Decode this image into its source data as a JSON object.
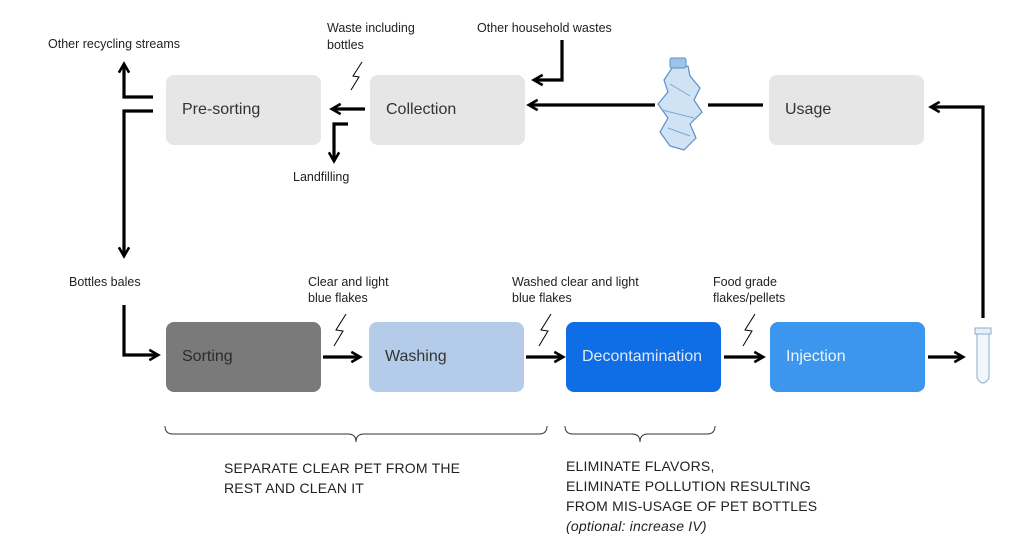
{
  "top_row": {
    "presorting": "Pre-sorting",
    "collection": "Collection",
    "usage": "Usage"
  },
  "bottom_row": {
    "sorting": "Sorting",
    "washing": "Washing",
    "decontamination": "Decontamination",
    "injection": "Injection"
  },
  "labels": {
    "other_recycling": "Other recycling streams",
    "waste_bottles_line1": "Waste including",
    "waste_bottles_line2": "bottles",
    "household": "Other household wastes",
    "landfilling": "Landfilling",
    "bottles_bales": "Bottles bales",
    "clear_flakes_line1": "Clear and light",
    "clear_flakes_line2": "blue flakes",
    "washed_flakes_line1": "Washed clear and light",
    "washed_flakes_line2": "blue flakes",
    "food_grade_line1": "Food grade",
    "food_grade_line2": "flakes/pellets"
  },
  "captions": {
    "left_line1": "SEPARATE CLEAR PET FROM THE",
    "left_line2": "REST AND CLEAN IT",
    "right_line1": "ELIMINATE FLAVORS,",
    "right_line2": "ELIMINATE POLLUTION RESULTING",
    "right_line3": "FROM MIS-USAGE OF PET BOTTLES",
    "right_line4": "(optional: increase IV)"
  },
  "colors": {
    "top_box": "#e6e6e6",
    "sorting": "#7a7a7a",
    "washing": "#b4cce9",
    "decontamination": "#0f6de6",
    "injection": "#3d96ee",
    "arrow": "#000000"
  }
}
